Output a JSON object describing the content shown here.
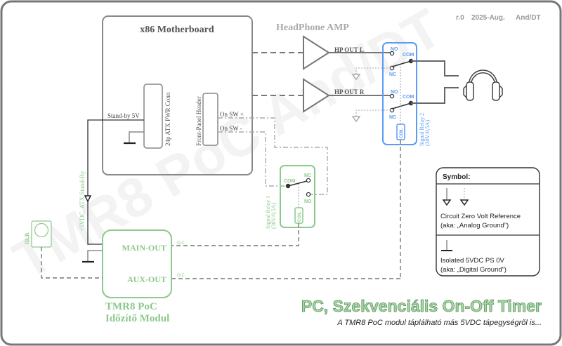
{
  "header": {
    "revision": "r.0",
    "date": "2025-Aug.",
    "author": "And/DT"
  },
  "watermark": "TMR8 PoC And/DT",
  "motherboard": {
    "title": "x86 Motherboard",
    "atx_connector": "24p ATX PWR Conn",
    "front_panel": "Front-Panel Header",
    "standby_label": "Stand-by 5V",
    "on_sw_plus": "On SW +",
    "on_sw_minus": "On SW -"
  },
  "amp": {
    "title": "HeadPhone AMP",
    "out_left": "HP OUT L",
    "out_right": "HP OUT R"
  },
  "relay2": {
    "name": "Signal Relay 2",
    "rating": "(30V/0,5A)",
    "no": "NO",
    "nc": "NC",
    "com": "COM",
    "coil": "COIL"
  },
  "relay1": {
    "name": "Signal Relay 1",
    "rating": "(30V/0,5A)",
    "no": "NO",
    "nc": "NC",
    "com": "COM",
    "coil": "COIL"
  },
  "timer": {
    "main_out": "MAIN-OUT",
    "aux_out": "AUX-OUT",
    "oc": "O.C.",
    "name_line1": "TMR8 PoC",
    "name_line2": "Időzítő Modul",
    "supply_label": "+5VDC, ATX Stand-By",
    "ir_label": "IR.R"
  },
  "legend": {
    "title": "Symbol:",
    "analog_line1": "Circuit Zero Volt Reference",
    "analog_line2": "(aka: „Analog Ground”)",
    "digital_line1": "Isolated 5VDC PS 0V",
    "digital_line2": "(aka: „Digital Ground”)"
  },
  "footer": {
    "title": "PC, Szekvenciális On-Off Timer",
    "subtitle": "A TMR8 PoC modul táplálható más 5VDC tápegységről is..."
  },
  "colors": {
    "frame": "#777777",
    "wire": "#777777",
    "tmr8_green": "#8cc98c",
    "relay2_blue": "#5b9bf5"
  }
}
